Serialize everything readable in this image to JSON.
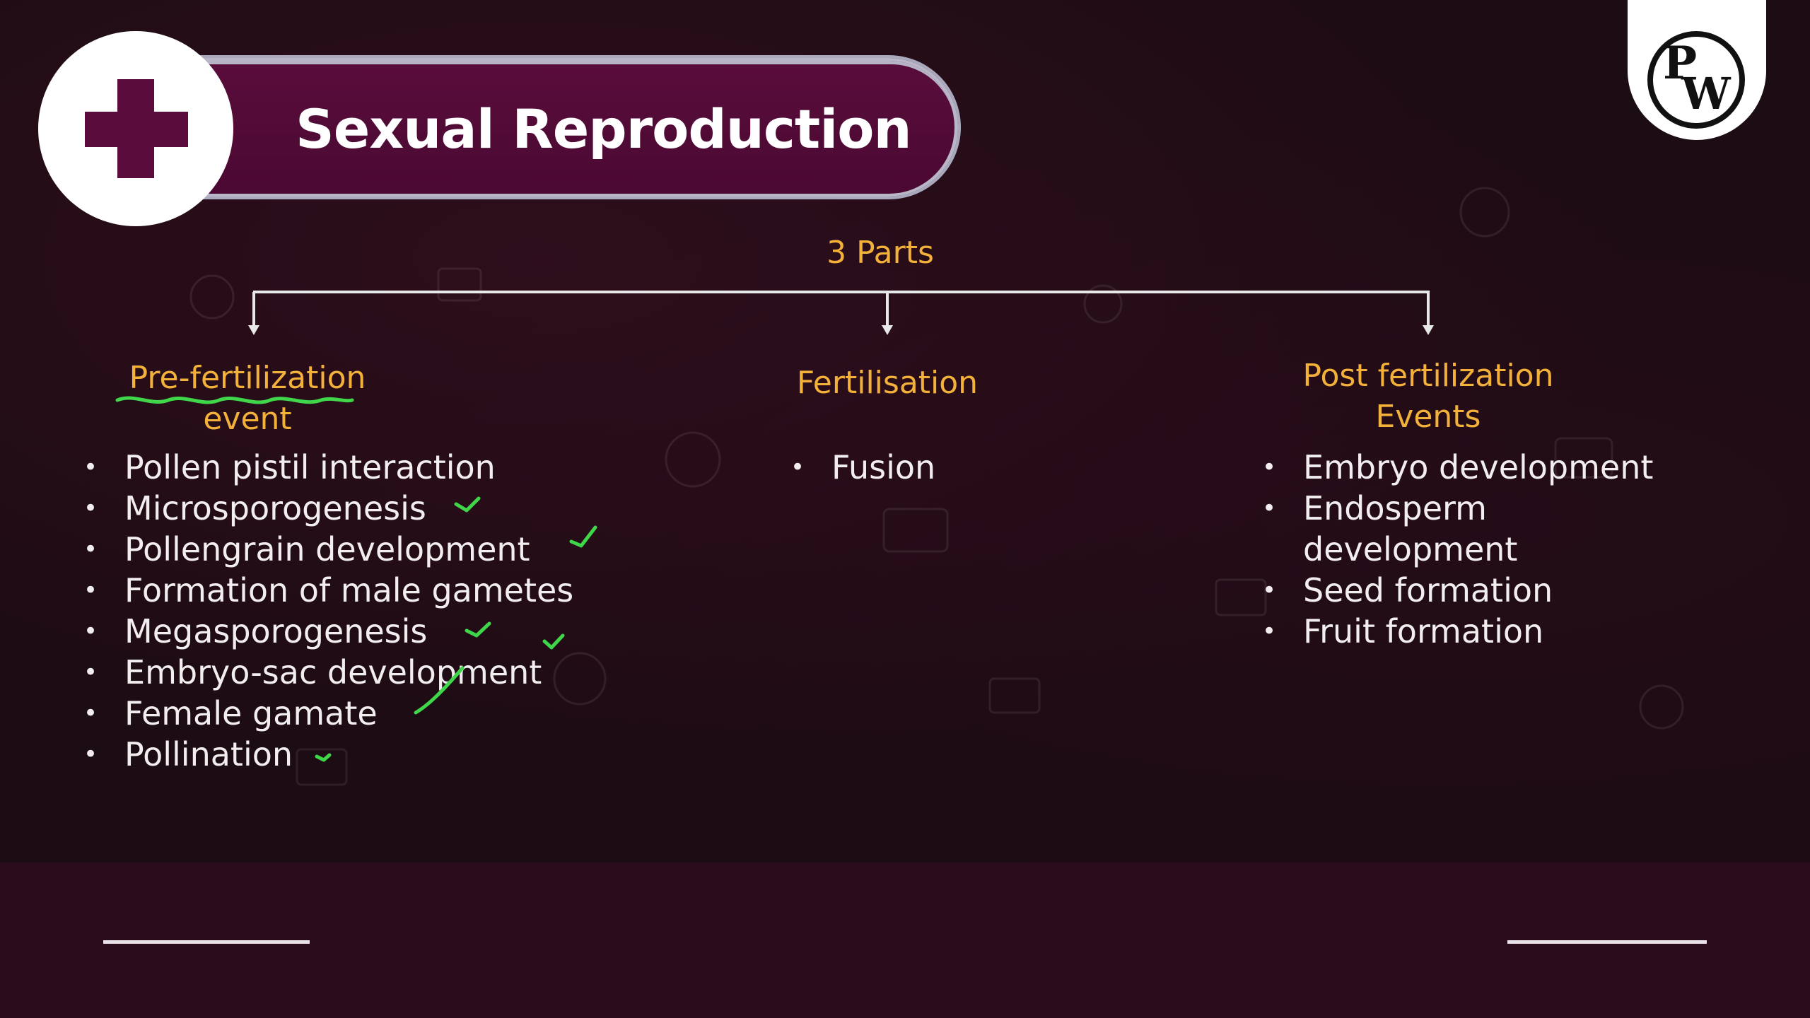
{
  "slide": {
    "title": "Sexual Reproduction",
    "parts_label": "3 Parts",
    "columns": [
      {
        "heading_line1": "Pre-fertilization",
        "heading_line2": "event",
        "items": [
          "Pollen pistil interaction",
          "Microsporogenesis",
          "Pollengrain development",
          "Formation of male gametes",
          "Megasporogenesis",
          "Embryo-sac development",
          "Female gamate",
          "Pollination"
        ]
      },
      {
        "heading_line1": "Fertilisation",
        "items": [
          "Fusion"
        ]
      },
      {
        "heading_line1": "Post fertilization",
        "heading_line2": "Events",
        "items": [
          "Embryo development",
          "Endosperm development",
          "Seed formation",
          "Fruit formation"
        ]
      }
    ],
    "logo_letters": {
      "top": "P",
      "bottom": "W"
    },
    "bullet": "•"
  },
  "colors": {
    "accent": "#f3b13a",
    "title_bg": "#5a0d3c",
    "background": "#1c0c13",
    "annotation": "#3fd64a"
  }
}
